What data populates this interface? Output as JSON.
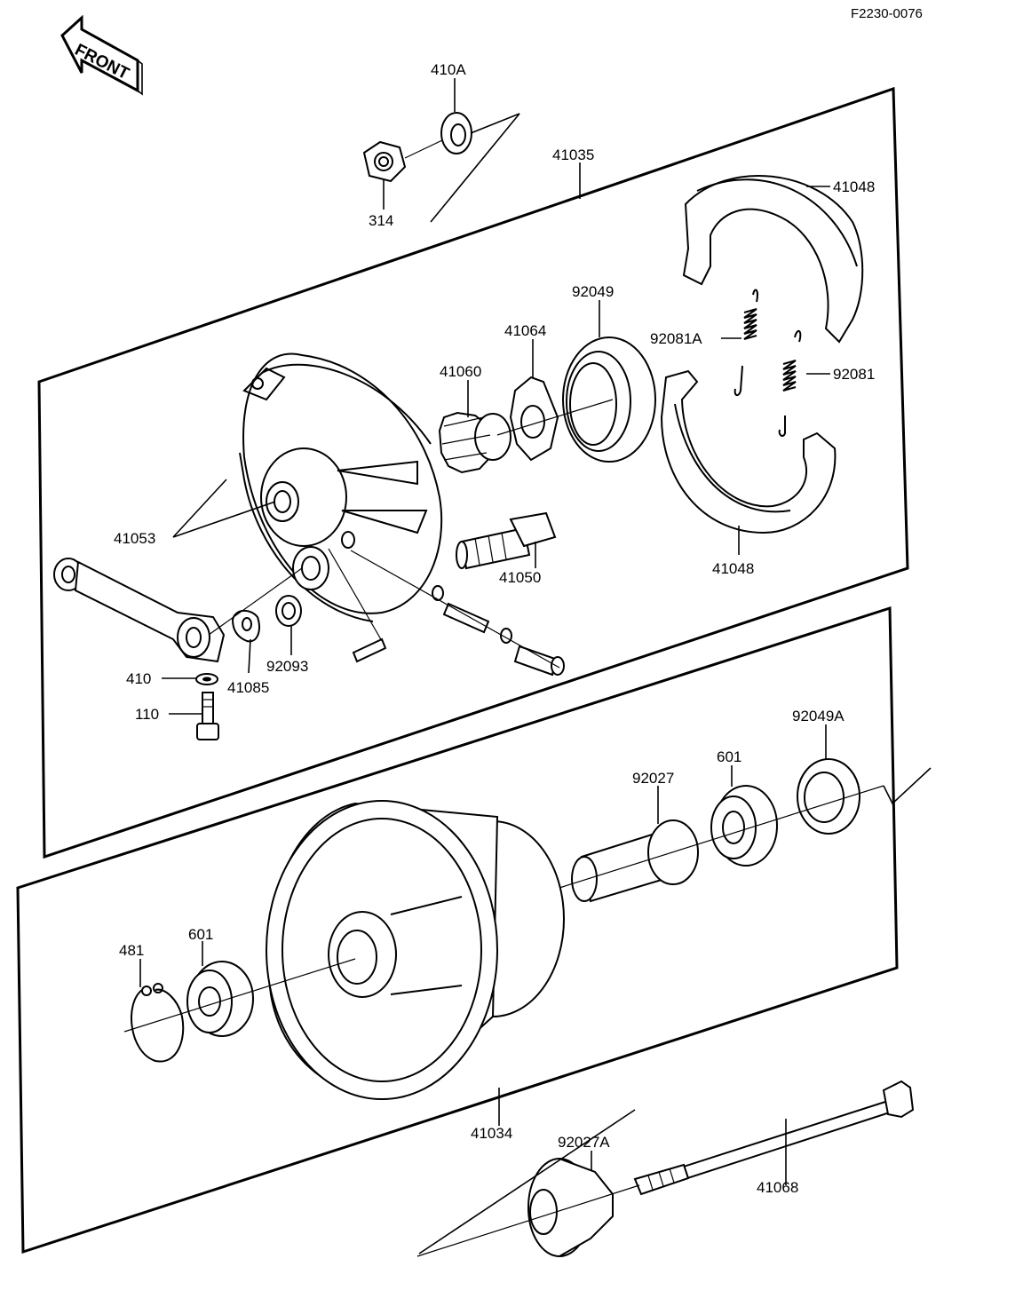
{
  "drawing_code": "F2230-0076",
  "front_label": "FRONT",
  "parts": {
    "p410A": "410A",
    "p314": "314",
    "p41035": "41035",
    "p41048_top": "41048",
    "p92049": "92049",
    "p41064": "41064",
    "p41060": "41060",
    "p92081A": "92081A",
    "p92081": "92081",
    "p41053": "41053",
    "p41050": "41050",
    "p41048_bottom": "41048",
    "p410": "410",
    "p41085": "41085",
    "p92093": "92093",
    "p110": "110",
    "p92049A": "92049A",
    "p601_right": "601",
    "p92027": "92027",
    "p481": "481",
    "p601_left": "601",
    "p41034": "41034",
    "p92027A": "92027A",
    "p41068": "41068"
  }
}
